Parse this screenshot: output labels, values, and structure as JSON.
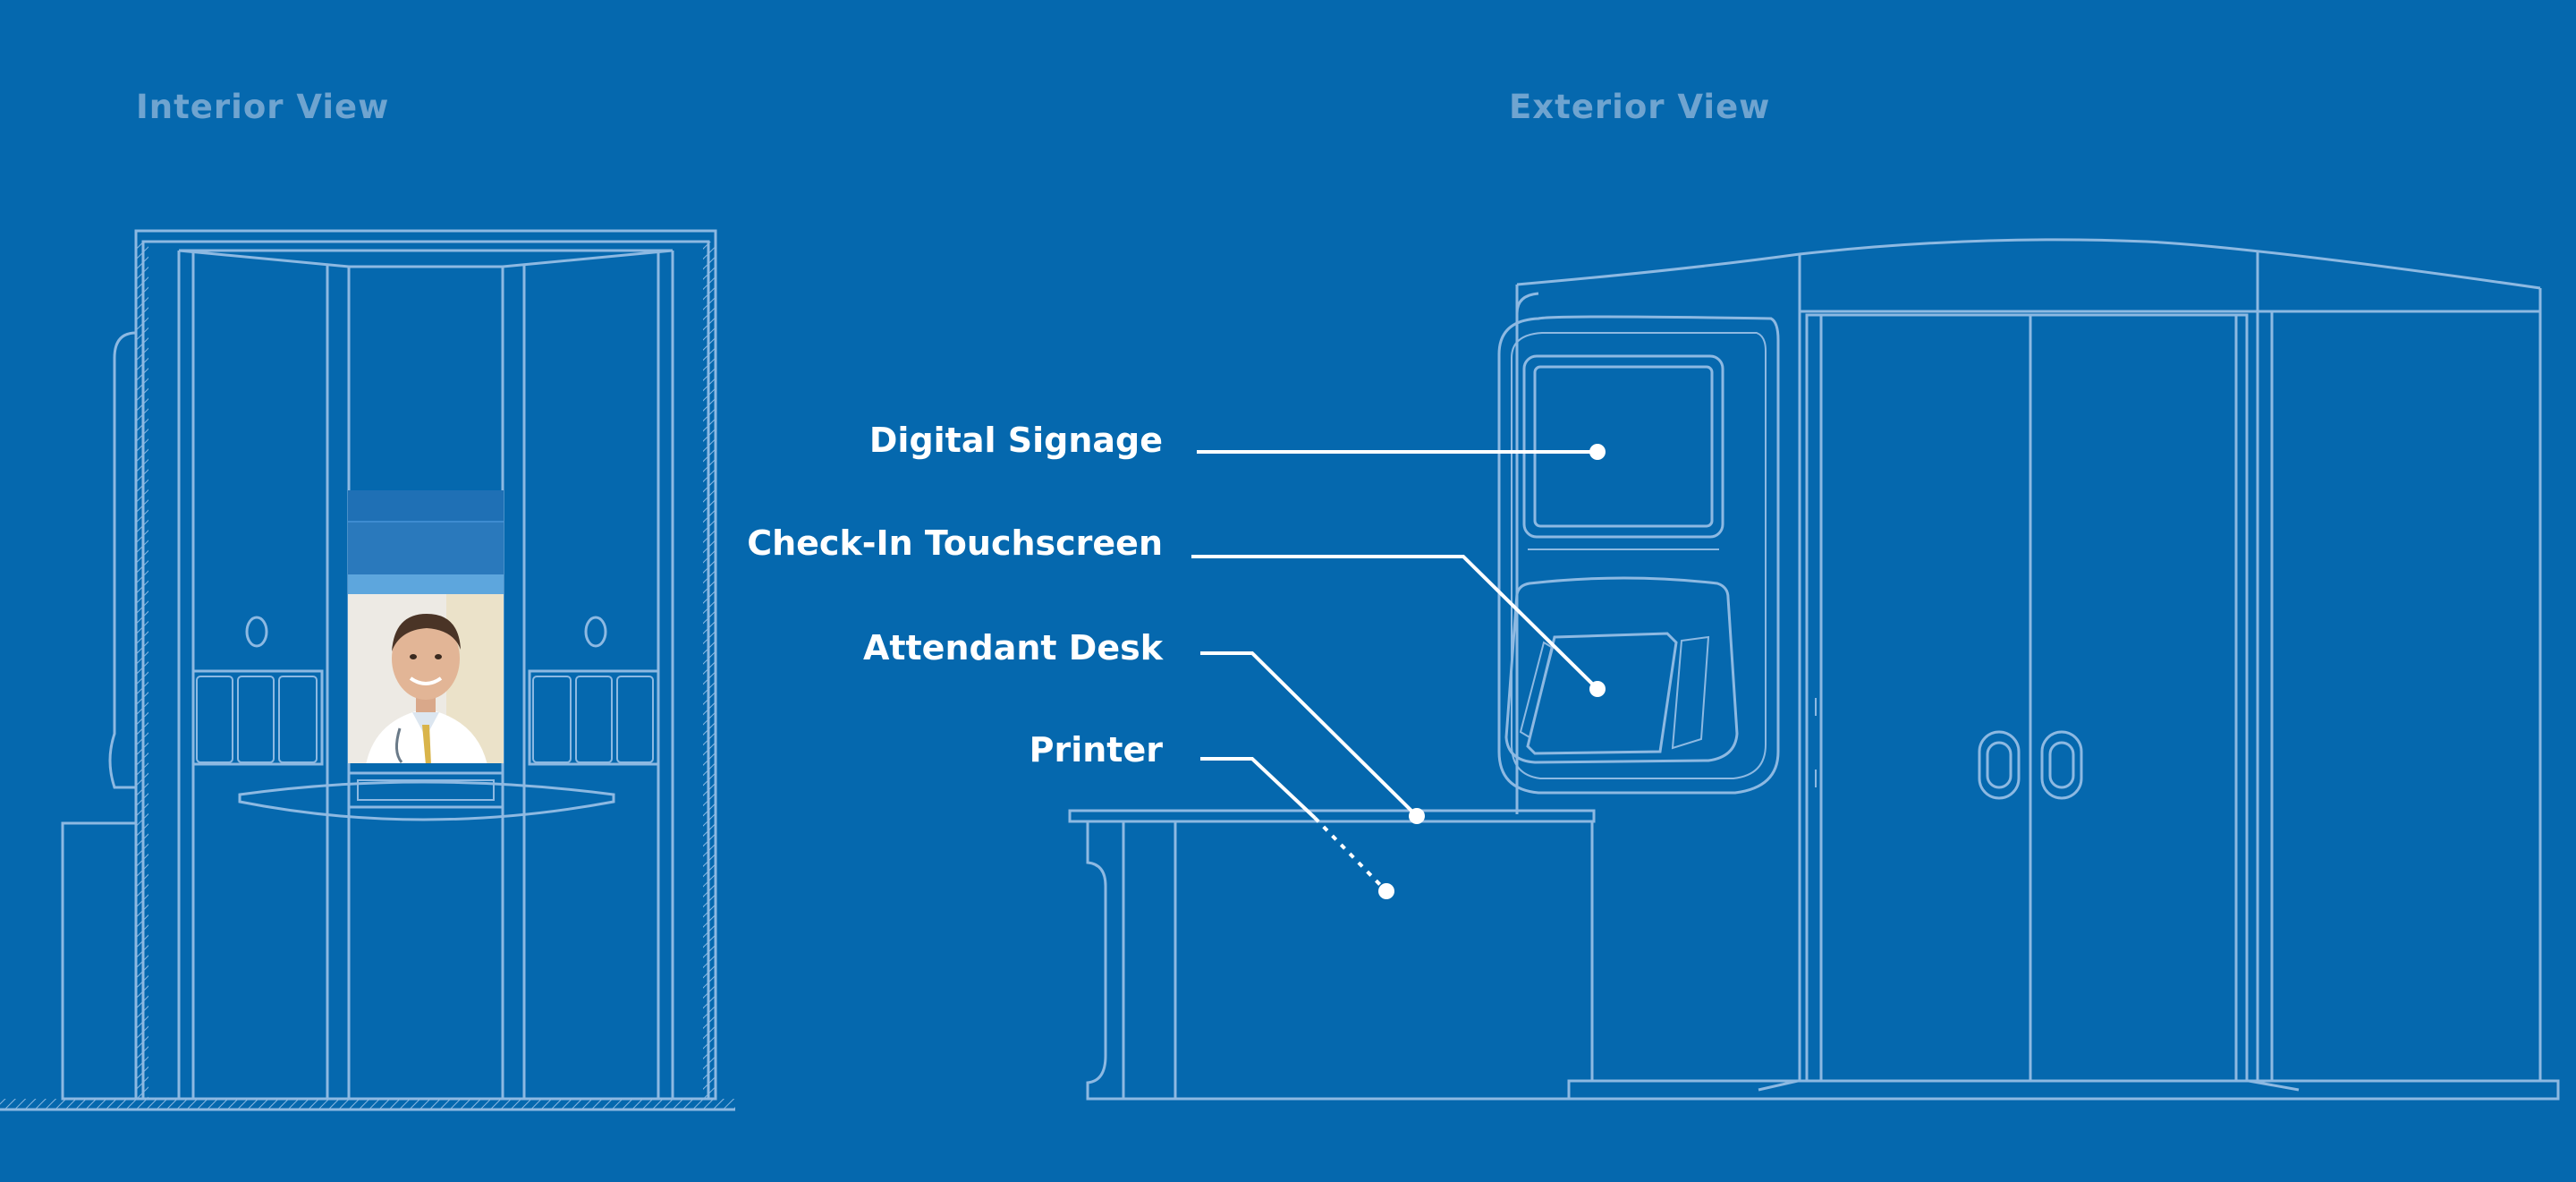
{
  "views": {
    "interior_title": "Interior View",
    "exterior_title": "Exterior View"
  },
  "callouts": [
    {
      "label": "Digital Signage"
    },
    {
      "label": "Check-In Touchscreen"
    },
    {
      "label": "Attendant Desk"
    },
    {
      "label": "Printer"
    }
  ],
  "colors": {
    "background": "#0568AE",
    "line": "#8DB9E2",
    "callout": "#FFFFFF",
    "title": "#6FA4D0"
  }
}
